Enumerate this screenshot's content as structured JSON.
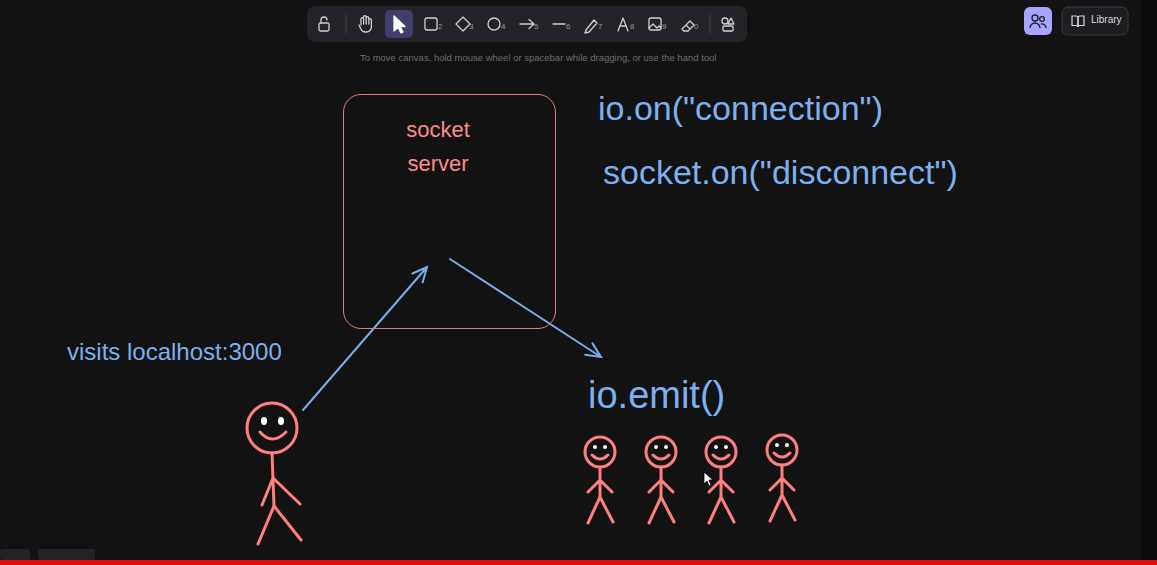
{
  "diagram": {
    "nodes": [
      {
        "text": [
          "socket server"
        ]
      }
    ],
    "labels": [
      "2",
      "3",
      "4",
      "5",
      "6",
      "7",
      "8",
      "9",
      "0",
      "Library",
      "To move canvas, hold mouse wheel or spacebar while dragging, or use the hand tool",
      "io.on(\"connection\")",
      "socket.on(\"disconnect\")",
      "visits localhost:3000",
      "io.emit()"
    ]
  }
}
